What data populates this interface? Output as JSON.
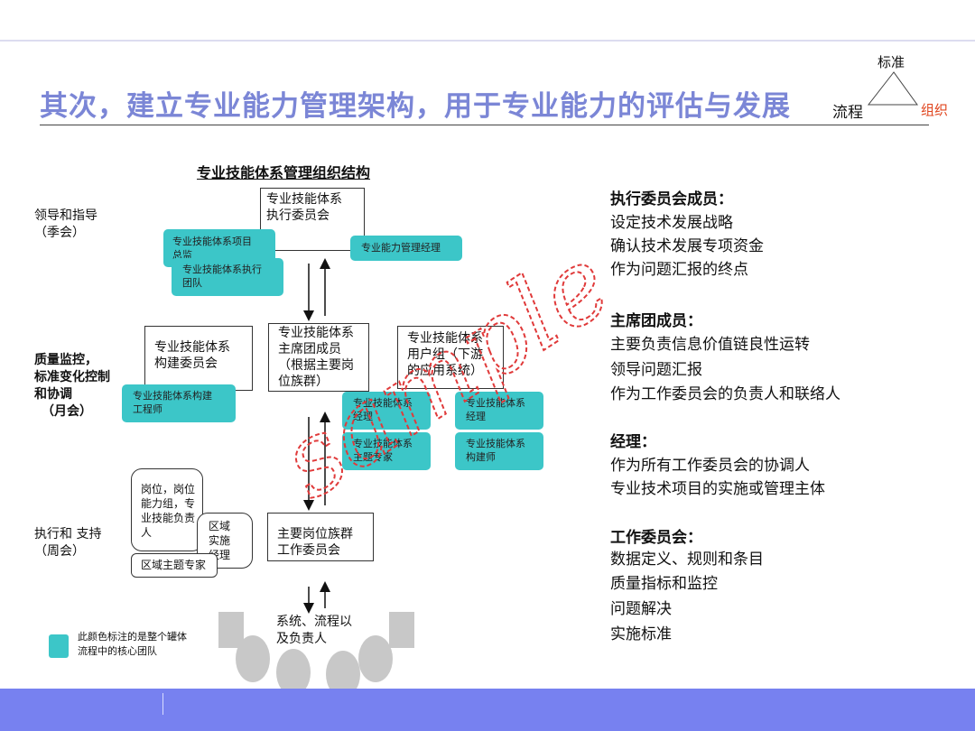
{
  "title": "其次，建立专业能力管理架构，用于专业能力的评估与发展",
  "triangle": {
    "top": "标准",
    "left": "流程",
    "right": "组织",
    "right_color": "#e0451e"
  },
  "chart_title": "专业技能体系管理组织结构",
  "levels": {
    "lead": "领导和指导\n（季会）",
    "quality_bold": "质量监控，\n标准变化控制\n和协调",
    "quality_tail": "（月会）",
    "exec": "执行和 支持\n（周会）"
  },
  "boxes": {
    "exec_committee": "专业技能体系\n执行委员会",
    "build_committee": "专业技能体系\n构建委员会",
    "chair_group": "专业技能体系\n主席团成员\n（根据主要岗\n位族群）",
    "user_group": "专业技能体系\n用户组（下游\n的应用系统）",
    "work_committee": "主要岗位族群\n工作委员会",
    "systems": "系统、流程以\n及负责人"
  },
  "teal": {
    "project_director": "专业技能体系项目\n总监",
    "exec_team": "专业技能体系执行\n团队",
    "capability_manager": "专业能力管理经理",
    "build_engineer": "专业技能体系构建\n工程师",
    "manager1": "专业技能体系\n经理",
    "manager2": "专业技能体系\n经理",
    "expert": "专业技能体系\n主题专家",
    "architect": "专业技能体系\n构建师"
  },
  "round": {
    "position": "岗位，岗位\n能力组，专\n业技能负责\n人",
    "area_mgr": "区域\n实施\n经理",
    "area_expert": "区域主题专家"
  },
  "legend": "此颜色标注的是整个罐体\n流程中的核心团队",
  "right": [
    {
      "head": "执行委员会成员：",
      "items": [
        "设定技术发展战略",
        "确认技术发展专项资金",
        "作为问题汇报的终点"
      ]
    },
    {
      "head": "主席团成员：",
      "items": [
        "主要负责信息价值链良性运转",
        "领导问题汇报",
        "作为工作委员会的负责人和联络人"
      ]
    },
    {
      "head": "经理：",
      "items": [
        "作为所有工作委员会的协调人",
        "专业技术项目的实施或管理主体"
      ]
    },
    {
      "head": "工作委员会：",
      "items": [
        "数据定义、规则和条目",
        "质量指标和监控",
        "问题解决",
        "实施标准"
      ]
    }
  ],
  "watermark": "sample",
  "colors": {
    "title": "#7b86d6",
    "teal": "#3cc6c8",
    "bar": "#7781f0",
    "watermark": "#e03a3a"
  }
}
